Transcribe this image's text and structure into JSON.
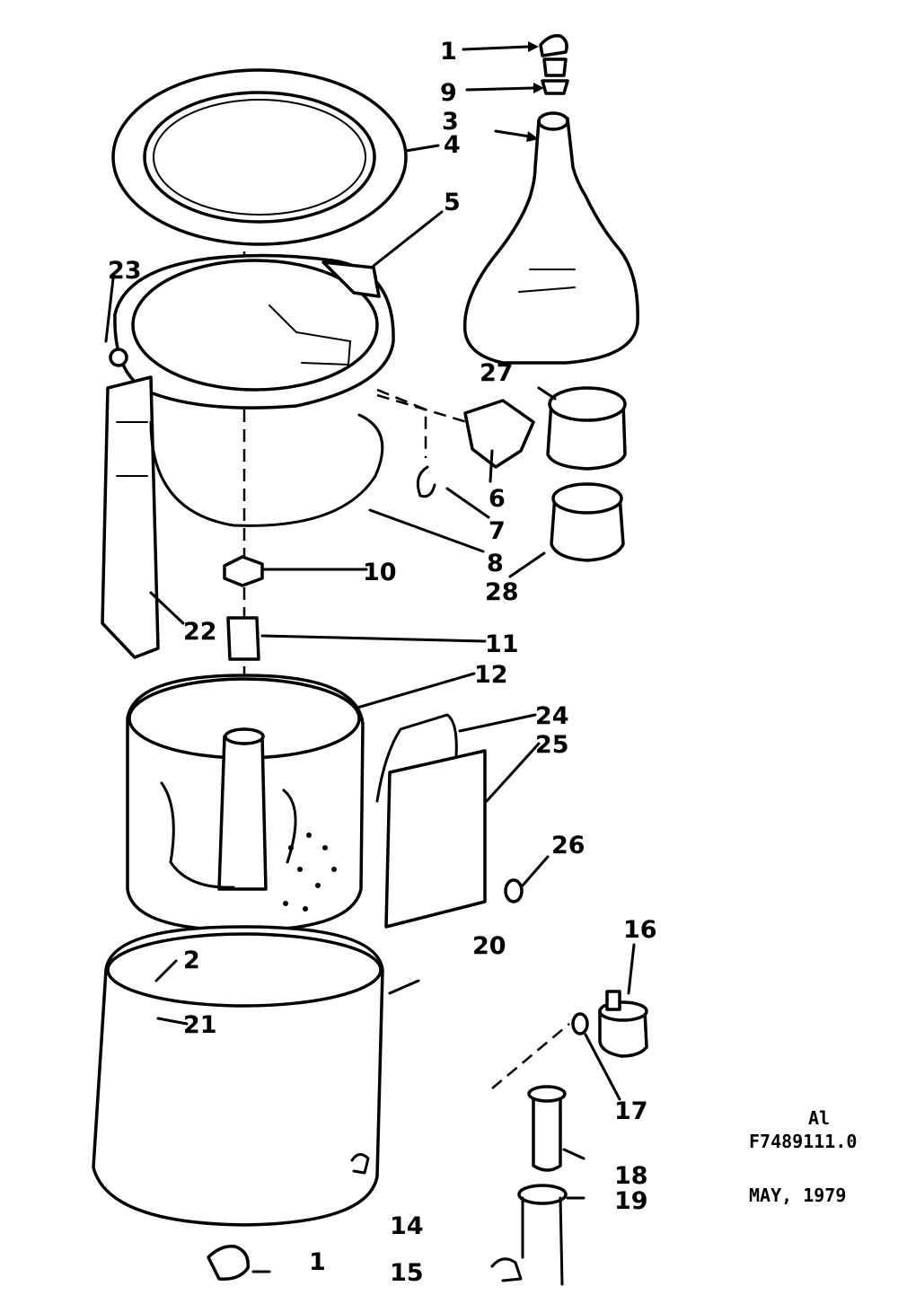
{
  "callouts": {
    "c1_top": "1",
    "c9": "9",
    "c3": "3",
    "c4": "4",
    "c5": "5",
    "c23": "23",
    "c27": "27",
    "c6": "6",
    "c7": "7",
    "c8": "8",
    "c28": "28",
    "c10": "10",
    "c22": "22",
    "c11": "11",
    "c12": "12",
    "c24": "24",
    "c25": "25",
    "c26": "26",
    "c20": "20",
    "c16": "16",
    "c2": "2",
    "c21": "21",
    "c17": "17",
    "c18": "18",
    "c19": "19",
    "c14": "14",
    "c1_bottom": "1",
    "c15": "15"
  },
  "info": {
    "code": "Al",
    "part_number": "F7489111.0",
    "date": "MAY, 1979"
  }
}
